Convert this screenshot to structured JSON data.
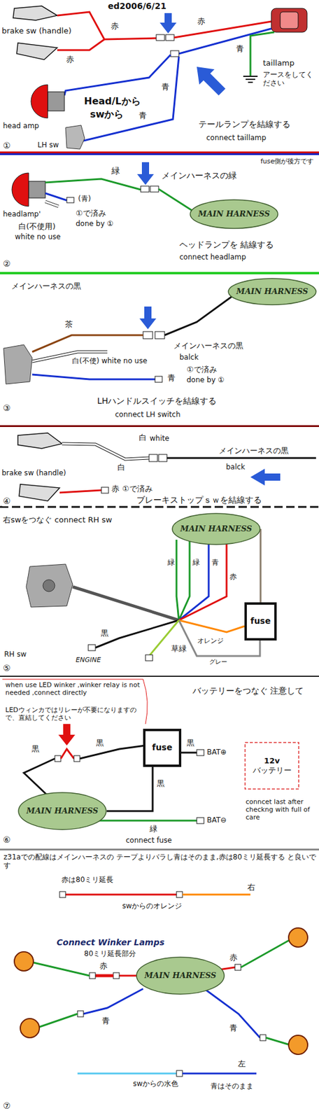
{
  "diagram": {
    "nodes": [
      {
        "text": [
          "MAIN HARNESS"
        ]
      },
      {
        "text": [
          "MAIN HARNESS"
        ]
      },
      {
        "text": [
          "MAIN HARNESS"
        ]
      },
      {
        "text": [
          "fuse"
        ]
      },
      {
        "text": [
          "fuse"
        ]
      },
      {
        "text": [
          "12v",
          "バッテリー"
        ]
      },
      {
        "text": [
          "MAIN HARNESS"
        ]
      },
      {
        "text": [
          "MAIN HARNESS"
        ]
      }
    ],
    "edges": [
      {
        "from": 2,
        "to": 3,
        "arrow": "none"
      },
      {
        "from": 4,
        "to": 6,
        "arrow": "none"
      }
    ],
    "labels": [
      "ed2006/6/21",
      "brake sw (handle)",
      "赤",
      "赤",
      "赤",
      "青",
      "青",
      "青",
      "taillamp",
      "アースをしてください",
      "Head/Lから",
      "swから",
      "head amp",
      "LH sw",
      "テールランプを結線する",
      "connect taillamp",
      "①",
      "fuse側が後方です",
      "緑",
      "メインハーネスの緑",
      "headlamp'",
      "(青)",
      "白(不使用)",
      "white no use",
      "①で済み",
      "done by ①",
      "ヘッドランプを 結線する",
      "connect headlamp",
      "②",
      "メインハーネスの黒",
      "茶",
      "メインハーネスの黒",
      "balck",
      "白(不使) white no use",
      "①で済み",
      "done by ①",
      "青",
      "LHハンドルスイッチを結線する",
      "connect LH switch",
      "③",
      "白",
      "white",
      "brake sw (handle)",
      "白",
      "メインハーネスの黒",
      "balck",
      "赤",
      "①で済み",
      "ブレーキストップｓｗを結線する",
      "④",
      "右swをつなぐ connect RH sw",
      "緑",
      "緑",
      "青",
      "赤",
      "オレンジ",
      "黒",
      "草緑",
      "ENGINE",
      "グレー",
      "RH sw",
      "⑤",
      "when use LED winker ,winker relay is not needed ,connect directly",
      "LEDウィンカではリレーが不要になりますので、直結してください",
      "バッテリーをつなぐ 注意して",
      "黒",
      "黒",
      "黒",
      "黒",
      "緑",
      "BAT⊕",
      "BAT⊖",
      "conncet last after checkng with full of care",
      "connect fuse",
      "⑥",
      "z31aでの配線はメインハーネスの テープよりバラし青はそのまま,赤は80ミリ延長する と良いです",
      "赤は80ミリ延長",
      "右",
      "swからのオレンジ",
      "Connect Winker Lamps",
      "80ミリ延長部分",
      "赤",
      "赤",
      "青",
      "青",
      "左",
      "swからの水色",
      "青はそのまま",
      "⑦"
    ]
  }
}
